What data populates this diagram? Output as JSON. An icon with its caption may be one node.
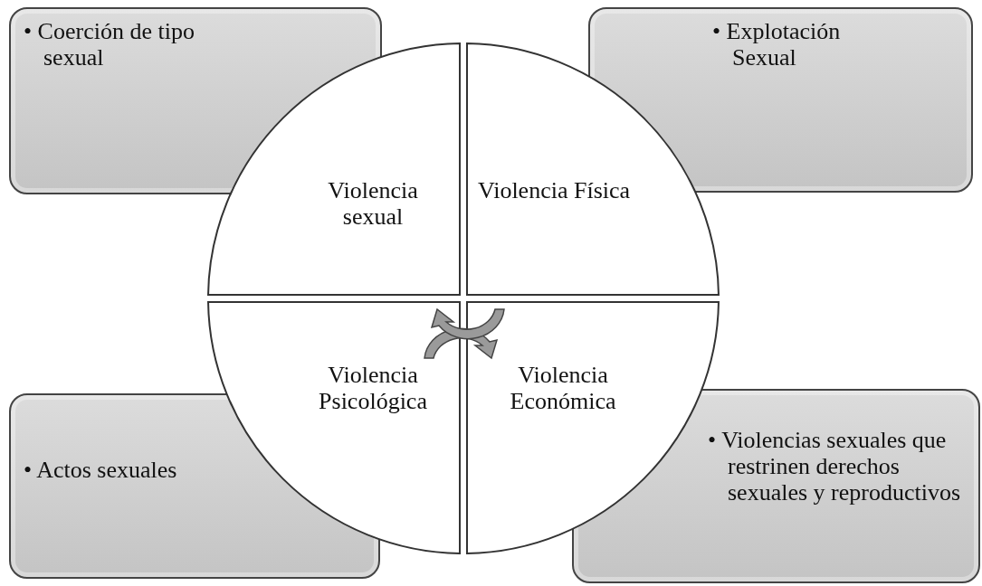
{
  "diagram": {
    "nodes": [
      {
        "text": [
          "• Coerción de tipo sexual"
        ]
      },
      {
        "text": [
          "• Explotación Sexual"
        ]
      },
      {
        "text": [
          "Violencia sexual"
        ]
      },
      {
        "text": [
          "Violencia Física"
        ]
      },
      {
        "text": [
          "Violencia Psicológica"
        ]
      },
      {
        "text": [
          "Violencia Económica"
        ]
      },
      {
        "text": [
          "• Actos sexuales"
        ]
      },
      {
        "text": [
          "• Violencias sexuales que restrinen derechos sexuales y reproductivos"
        ]
      }
    ]
  }
}
